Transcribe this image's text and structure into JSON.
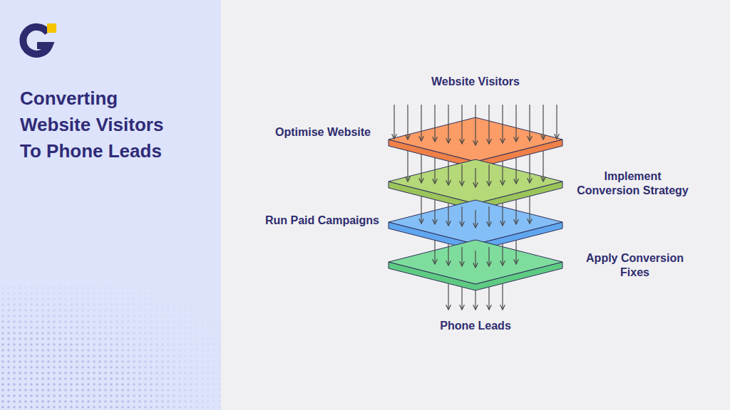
{
  "diagram": {
    "title": "Converting Website Visitors To Phone Leads",
    "nodes": [
      {
        "text": [
          "Optimise Website"
        ]
      },
      {
        "text": [
          "Implement Conversion Strategy"
        ]
      },
      {
        "text": [
          "Run Paid Campaigns"
        ]
      },
      {
        "text": [
          "Apply Conversion Fixes"
        ]
      }
    ],
    "labels": [
      "Website Visitors",
      "Phone Leads"
    ]
  }
}
